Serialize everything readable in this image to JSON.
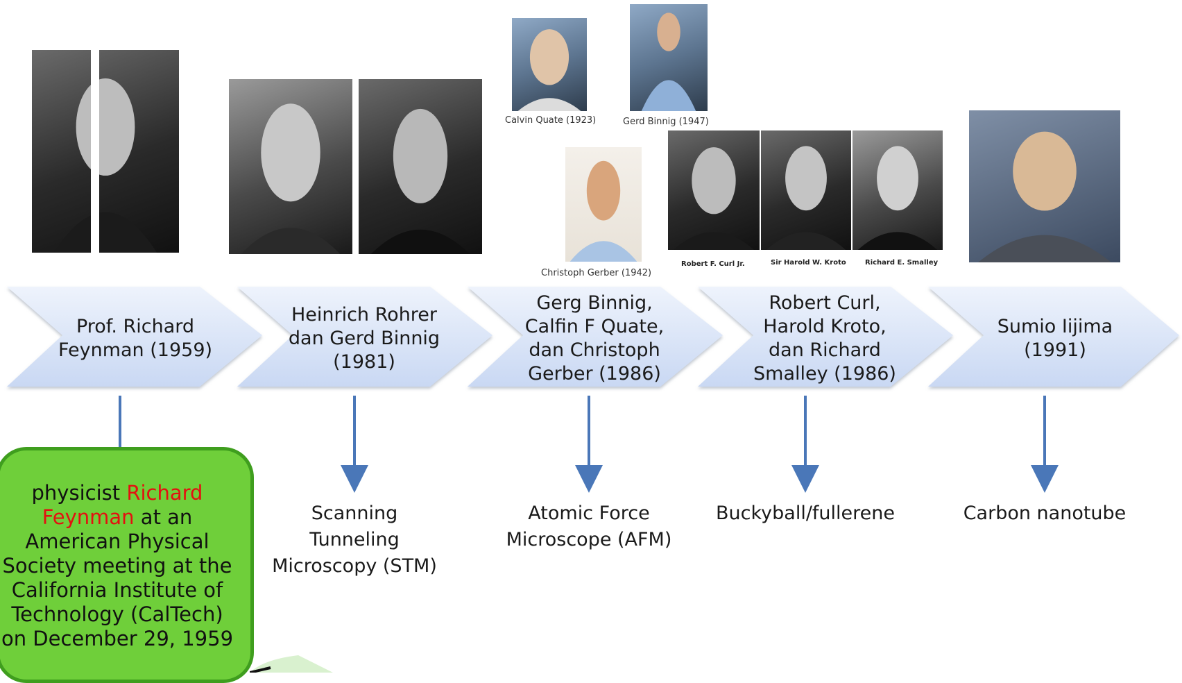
{
  "events": [
    {
      "id": "feynman",
      "label_lines": [
        "Prof. Richard",
        "Feynman (1959)"
      ],
      "invention": []
    },
    {
      "id": "stm",
      "label_lines": [
        "Heinrich Rohrer",
        "dan Gerd Binnig",
        "(1981)"
      ],
      "invention": [
        "Scanning",
        "Tunneling",
        "Microscopy (STM)"
      ]
    },
    {
      "id": "afm",
      "label_lines": [
        "Gerg Binnig,",
        "Calfin F Quate,",
        "dan Christoph",
        "Gerber (1986)"
      ],
      "invention": [
        "Atomic Force",
        "Microscope (AFM)"
      ]
    },
    {
      "id": "bucky",
      "label_lines": [
        "Robert Curl,",
        "Harold Kroto,",
        "dan Richard",
        "Smalley (1986)"
      ],
      "invention": [
        "Buckyball/fullerene"
      ]
    },
    {
      "id": "cnt",
      "label_lines": [
        "Sumio Iijima",
        "(1991)"
      ],
      "invention": [
        "Carbon nanotube"
      ]
    }
  ],
  "captions": {
    "quate": "Calvin Quate (1923)",
    "binnig": "Gerd Binnig (1947)",
    "gerber": "Christoph Gerber (1942)",
    "curl": "Robert F. Curl Jr.",
    "kroto": "Sir Harold W. Kroto",
    "smalley": "Richard E. Smalley"
  },
  "note": {
    "prefix": "physicist",
    "highlight": "Richard Feynman",
    "suffix": "at an American Physical Society meeting at the California Institute of Technology (CalTech) on December 29, 1959"
  },
  "colors": {
    "chevron_top": "#eef3fc",
    "chevron_bottom": "#c9d8f3",
    "arrow_line": "#4a77b8",
    "note_fill": "#6fcf3a",
    "note_border": "#3f9e1e",
    "note_highlight": "#e41010"
  }
}
